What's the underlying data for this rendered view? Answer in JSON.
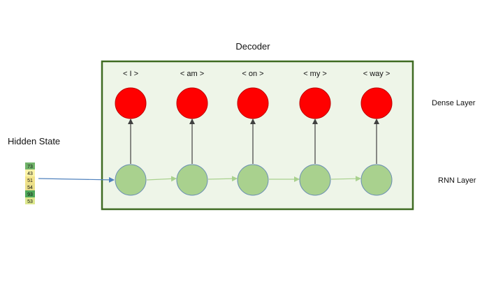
{
  "decoder": {
    "title": "Decoder",
    "outputs": [
      "< I >",
      "< am >",
      "< on >",
      "< my >",
      "< way >"
    ]
  },
  "labels": {
    "dense_layer": "Dense Layer",
    "rnn_layer": "RNN Layer",
    "hidden_state": "Hidden State"
  },
  "hidden_state_values": [
    "73",
    "43",
    "51",
    "54",
    "93",
    "53"
  ],
  "colors": {
    "frame_border": "#3f6b22",
    "frame_fill": "#eef5e8",
    "dense_node": "#ff0000",
    "rnn_node": "#a9d18e",
    "rnn_node_border": "#6b8fb3",
    "input_arrow": "#4f81bd",
    "step_arrow": "#a9d18e"
  }
}
